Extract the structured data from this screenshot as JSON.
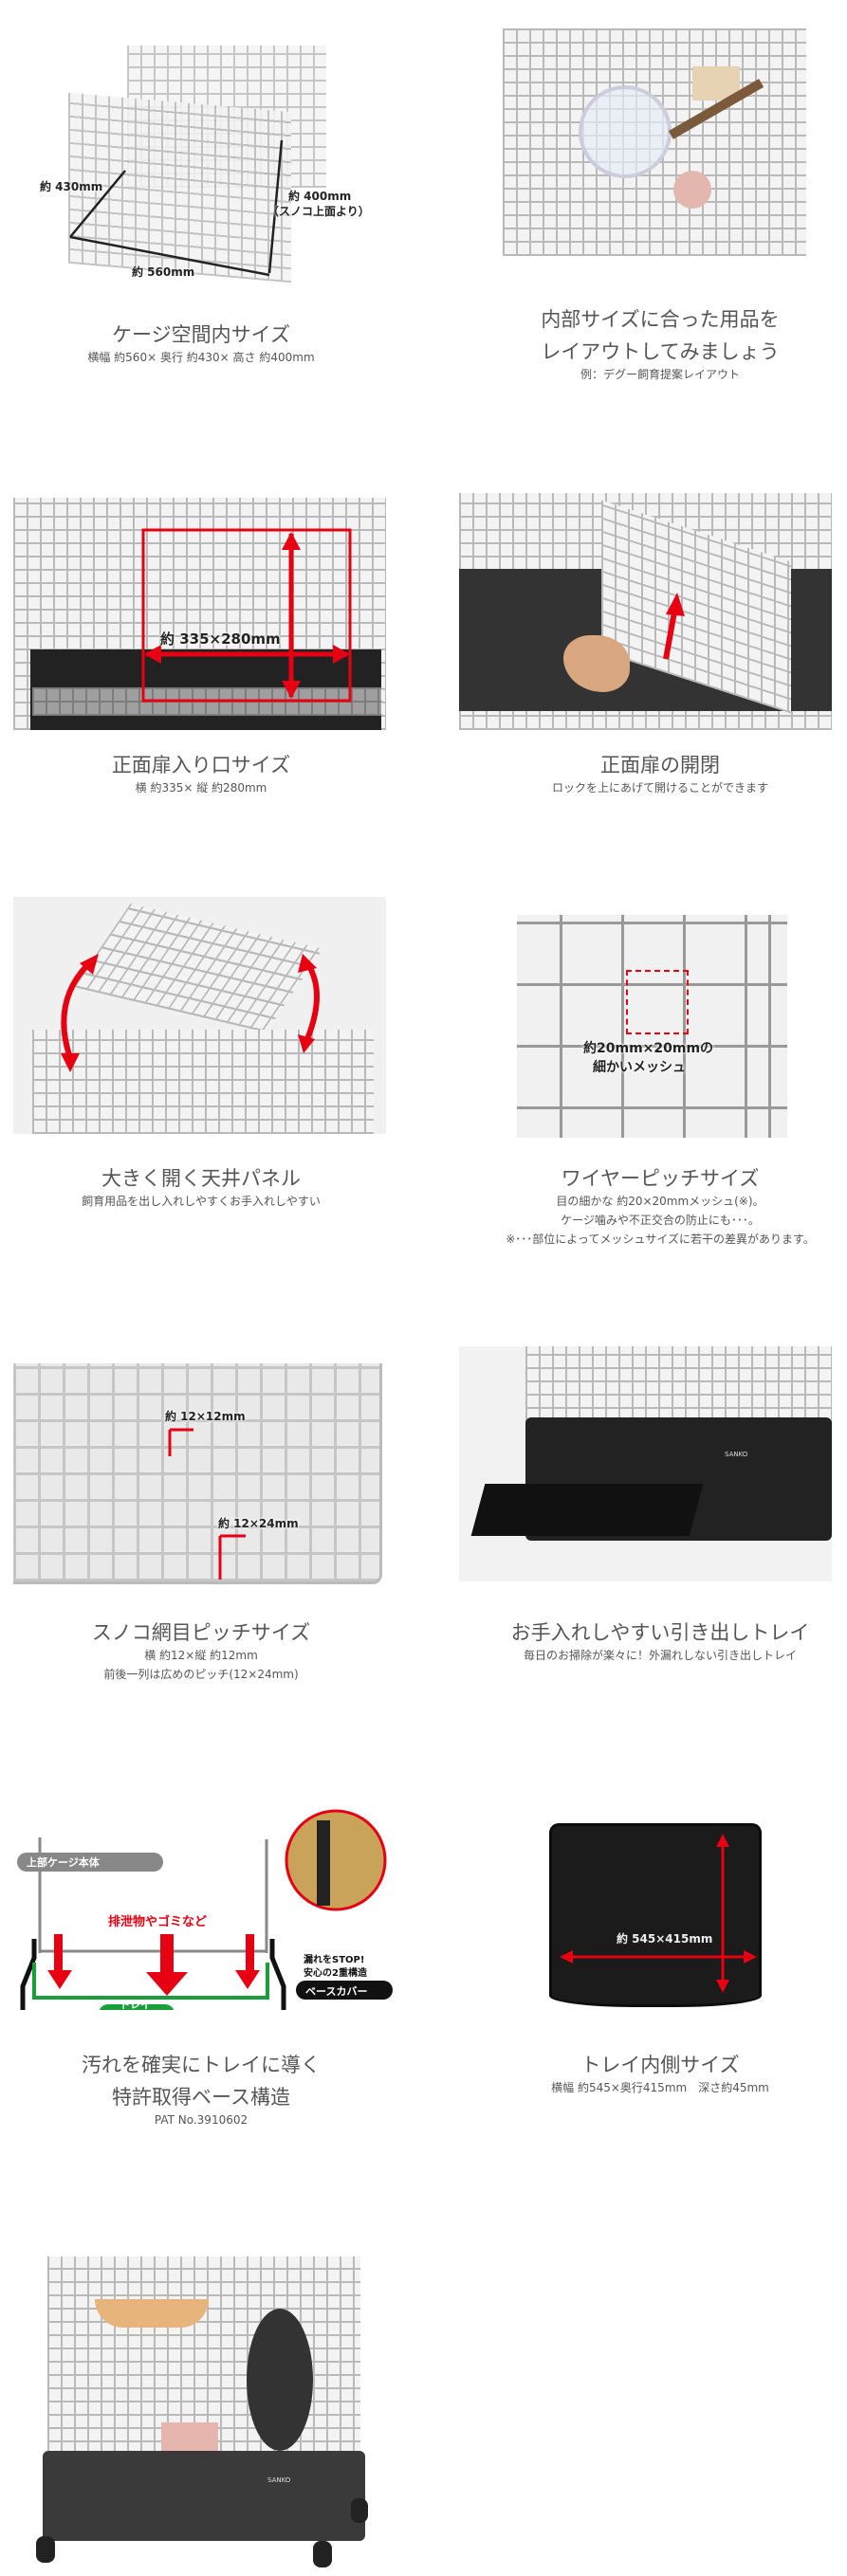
{
  "colors": {
    "text": "#555555",
    "accent_red": "#e60012",
    "tray_green": "#1a9e3a",
    "base_black": "#222222"
  },
  "sections": [
    {
      "title": "ケージ空間内サイズ",
      "subtitle": "横幅 約560× 奥行 約430× 高さ 約400mm",
      "image_labels": {
        "depth": "約 430mm",
        "width": "約 560mm",
        "height": "約 400mm",
        "height_note": "（スノコ上面より）"
      }
    },
    {
      "title_lines": [
        "内部サイズに合った用品を",
        "レイアウトしてみましょう"
      ],
      "subtitle": "例：デグー飼育提案レイアウト"
    },
    {
      "title": "正面扉入り口サイズ",
      "subtitle": "横 約335× 縦 約280mm",
      "image_labels": {
        "size": "約 335×280mm"
      }
    },
    {
      "title": "正面扉の開閉",
      "subtitle": "ロックを上にあげて開けることができます"
    },
    {
      "title": "大きく開く天井パネル",
      "subtitle": "飼育用品を出し入れしやすくお手入れしやすい"
    },
    {
      "title": "ワイヤーピッチサイズ",
      "subtitle_lines": [
        "目の細かな 約20×20mmメッシュ(※)。",
        "ケージ噛みや不正交合の防止にも･･･。",
        "※･･･部位によってメッシュサイズに若干の差異があります。"
      ],
      "image_labels": {
        "line1": "約20mm×20mmの",
        "line2": "細かいメッシュ"
      }
    },
    {
      "title": "スノコ網目ピッチサイズ",
      "subtitle_lines": [
        "横 約12×縦 約12mm",
        "前後一列は広めのピッチ(12×24mm)"
      ],
      "image_labels": {
        "pitch_normal": "約 12×12mm",
        "pitch_wide": "約 12×24mm"
      }
    },
    {
      "title": "お手入れしやすい引き出しトレイ",
      "subtitle": "毎日のお掃除が楽々に！外漏れしない引き出しトレイ",
      "image_labels": {
        "brand": "SANKO"
      }
    },
    {
      "title_lines": [
        "汚れを確実にトレイに導く",
        "特許取得ベース構造"
      ],
      "subtitle": "PAT No.3910602",
      "diagram_labels": {
        "upper_cage": "上部ケージ本体",
        "waste": "排泄物やゴミなど",
        "stop_line1": "漏れをSTOP!",
        "stop_line2": "安心の2重構造",
        "base_cover": "ベースカバー",
        "tray": "トレイ"
      }
    },
    {
      "title": "トレイ内側サイズ",
      "subtitle": "横幅 約545×奥行415mm　深さ約45mm",
      "image_labels": {
        "size": "約 545×415mm"
      }
    },
    {
      "image_labels": {
        "brand": "SANKO"
      }
    }
  ]
}
